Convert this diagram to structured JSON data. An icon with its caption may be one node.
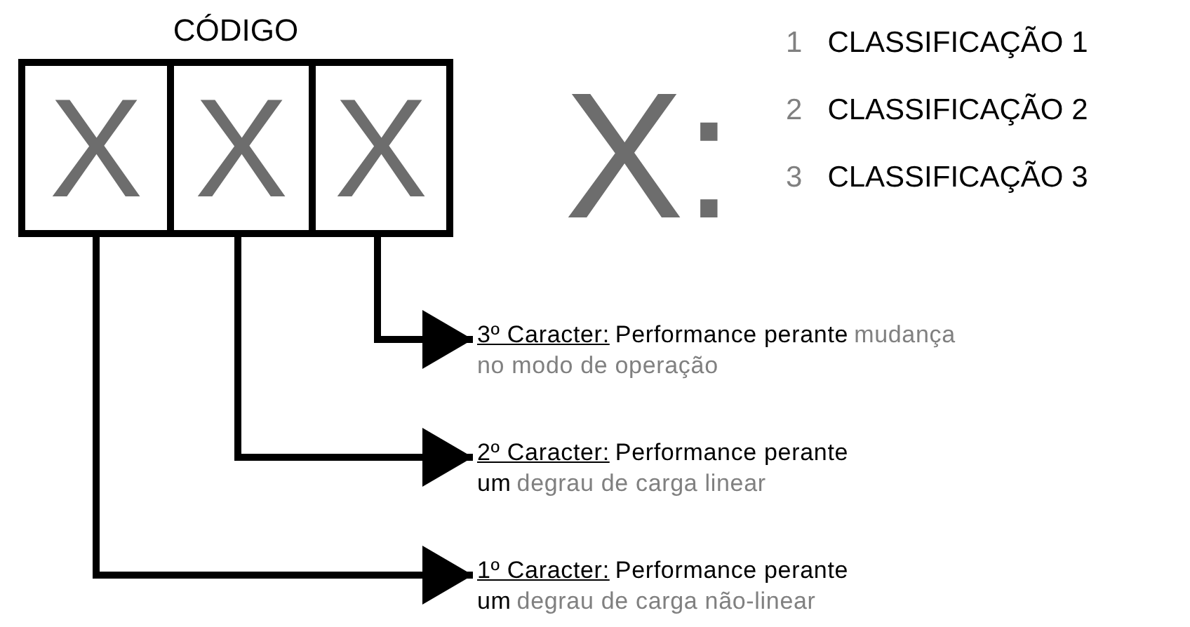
{
  "diagram": {
    "nodes": [
      {
        "text": [
          "CÓDIGO"
        ]
      },
      {
        "text": [
          "X"
        ],
        "in": 0
      },
      {
        "text": [
          "X"
        ],
        "in": 0
      },
      {
        "text": [
          "X"
        ],
        "in": 0
      },
      {
        "text": [
          "3º Caracter:",
          "Performance perante",
          "mudança no modo de operação"
        ]
      },
      {
        "text": [
          "2º Caracter:",
          "Performance perante um",
          "degrau de carga linear"
        ]
      },
      {
        "text": [
          "1º Caracter:",
          "Performance perante um",
          "degrau de carga não-linear"
        ]
      }
    ],
    "edges": [
      {
        "from": 3,
        "to": 4,
        "arrow": "to"
      },
      {
        "from": 2,
        "to": 5,
        "arrow": "to"
      },
      {
        "from": 1,
        "to": 6,
        "arrow": "to"
      }
    ],
    "labels": [
      "X:",
      "1",
      "CLASSIFICAÇÃO 1",
      "2",
      "CLASSIFICAÇÃO 2",
      "3",
      "CLASSIFICAÇÃO 3"
    ]
  }
}
